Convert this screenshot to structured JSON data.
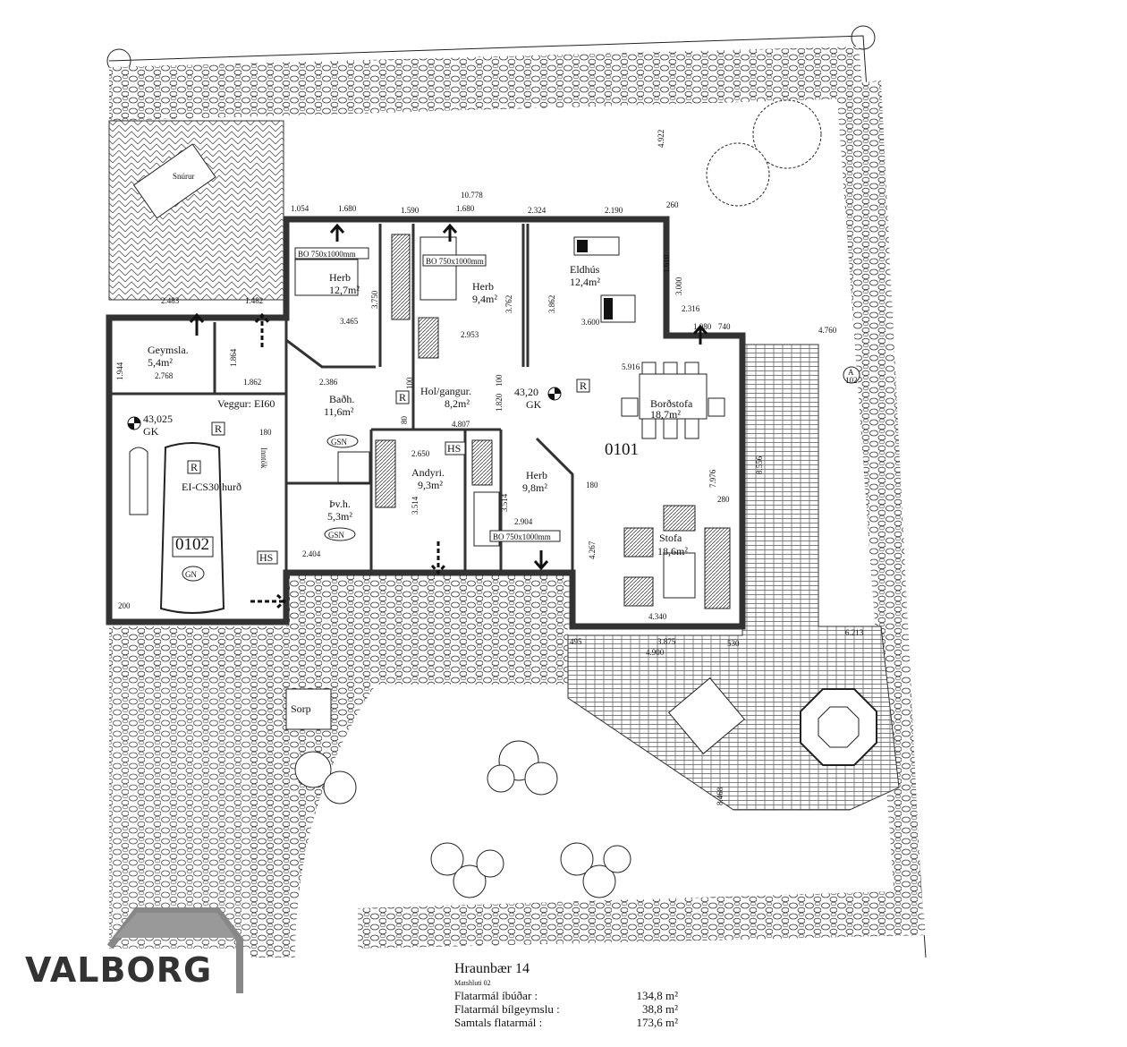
{
  "plan": {
    "units": {
      "garage": "0102",
      "house": "0101"
    },
    "rooms": [
      {
        "name": "Herb",
        "area": "12,7m²"
      },
      {
        "name": "Herb",
        "area": "9,4m²"
      },
      {
        "name": "Eldhús",
        "area": "12,4m²"
      },
      {
        "name": "Geymsla.",
        "area": "5,4m²"
      },
      {
        "name": "Baðh.",
        "area": "11,6m²"
      },
      {
        "name": "Hol/gangur.",
        "area": "8,2m²"
      },
      {
        "name": "Borðstofa",
        "area": "18,7m²"
      },
      {
        "name": "Andyri.",
        "area": "9,3m²"
      },
      {
        "name": "Herb",
        "area": "9,8m²"
      },
      {
        "name": "Þv.h.",
        "area": "5,3m²"
      },
      {
        "name": "Stofa",
        "area": "18,6m²"
      }
    ],
    "elevations": [
      {
        "value": "43,025",
        "label": "GK"
      },
      {
        "value": "43,20",
        "label": "GK"
      }
    ],
    "tags": {
      "window_1": "BO 750x1000mm",
      "window_2": "BO 750x1000mm",
      "window_3": "BO 750x1000mm",
      "wall_note": "Veggur: EI60",
      "door_note": "EI-CS30 hurð",
      "inntok": "Inntök",
      "r": "R",
      "hs": "HS",
      "gsn": "GSN",
      "gn": "GN",
      "snurur": "Snúrur",
      "sorp": "Sorp",
      "section": "A",
      "section_sheet": "102"
    },
    "dimensions": [
      "10.778",
      "1.054",
      "1.680",
      "1.590",
      "1.680",
      "2.324",
      "2.190",
      "260",
      "3.465",
      "2.953",
      "3.600",
      "3.862",
      "3.762",
      "3.750",
      "1.610",
      "3.000",
      "2.316",
      "1.080",
      "740",
      "4.760",
      "4.922",
      "1.944",
      "2.768",
      "1.864",
      "1.862",
      "2.386",
      "5.916",
      "1.820",
      "100",
      "100",
      "80",
      "4.807",
      "2.650",
      "3.514",
      "3.514",
      "2.904",
      "180",
      "180",
      "4.267",
      "7.976",
      "280",
      "4.340",
      "3.875",
      "4.900",
      "495",
      "530",
      "6.213",
      "2.404",
      "200",
      "2.483",
      "1.482",
      "8.556",
      "8.468"
    ]
  },
  "title_block": {
    "address": "Hraunbær 14",
    "matshluti": "Matshluti 02",
    "rows": [
      {
        "label": "Flatarmál íbúðar :",
        "value": "134,8 m²"
      },
      {
        "label": "Flatarmál bílgeymslu :",
        "value": "38,8 m²"
      },
      {
        "label": "Samtals flatarmál :",
        "value": "173,6 m²"
      }
    ]
  },
  "logo": {
    "text": "VALBORG"
  }
}
